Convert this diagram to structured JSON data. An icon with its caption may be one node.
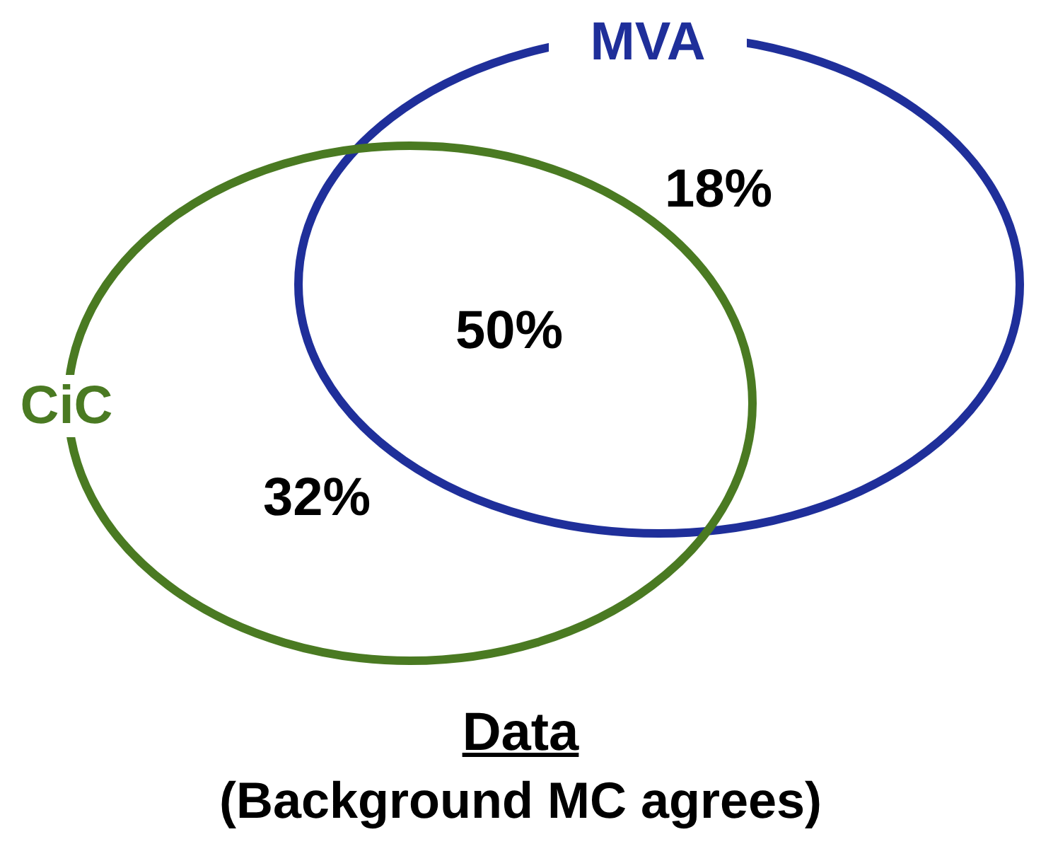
{
  "diagram": {
    "title": "Data",
    "caption": "(Background MC agrees)",
    "nodes": [
      {
        "text": [
          "MVA"
        ]
      },
      {
        "text": [
          "CiC"
        ]
      }
    ],
    "labels": [
      "18%",
      "50%",
      "32%"
    ]
  }
}
